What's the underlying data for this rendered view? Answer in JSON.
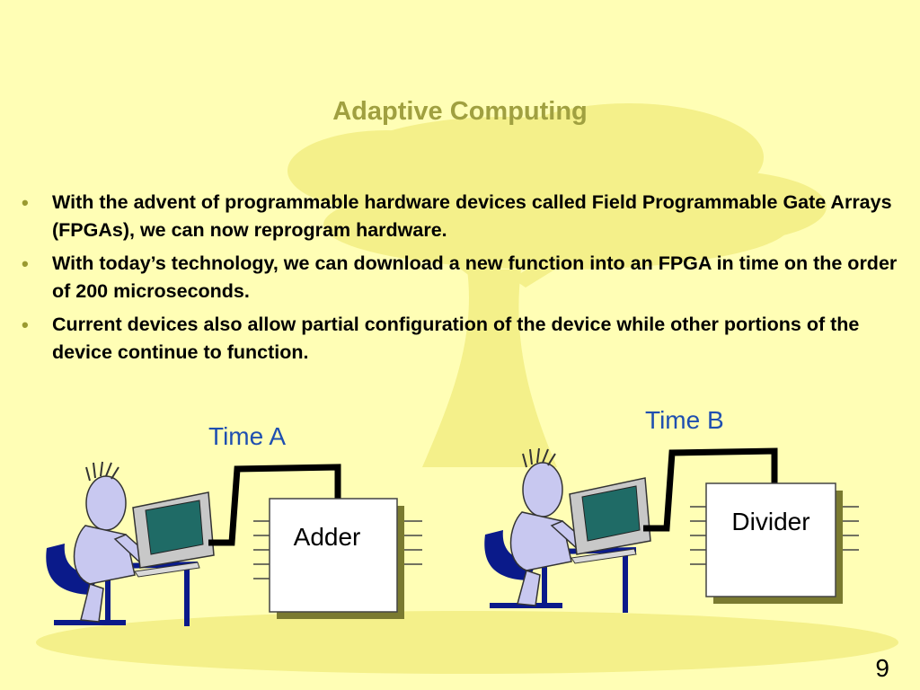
{
  "slide": {
    "title": "Adaptive Computing",
    "bullets": [
      "With the advent of programmable hardware devices called Field Programmable Gate Arrays (FPGAs), we can now reprogram hardware.",
      "With today’s technology, we can download a new function into an FPGA in time on the order of 200 microseconds.",
      "Current devices also allow partial configuration of the device while other portions of the device continue to function."
    ],
    "bullet_symbol": "•",
    "page_number": "9"
  },
  "diagram": {
    "time_a_label": "Time A",
    "time_b_label": "Time B",
    "chip_a_label": "Adder",
    "chip_b_label": "Divider"
  },
  "colors": {
    "background": "#fffeb5",
    "title": "#a0a040",
    "time_label": "#1f4fb0",
    "person": "#c8c8f0",
    "furniture": "#0a1a8a",
    "screen": "#1f6b66"
  }
}
